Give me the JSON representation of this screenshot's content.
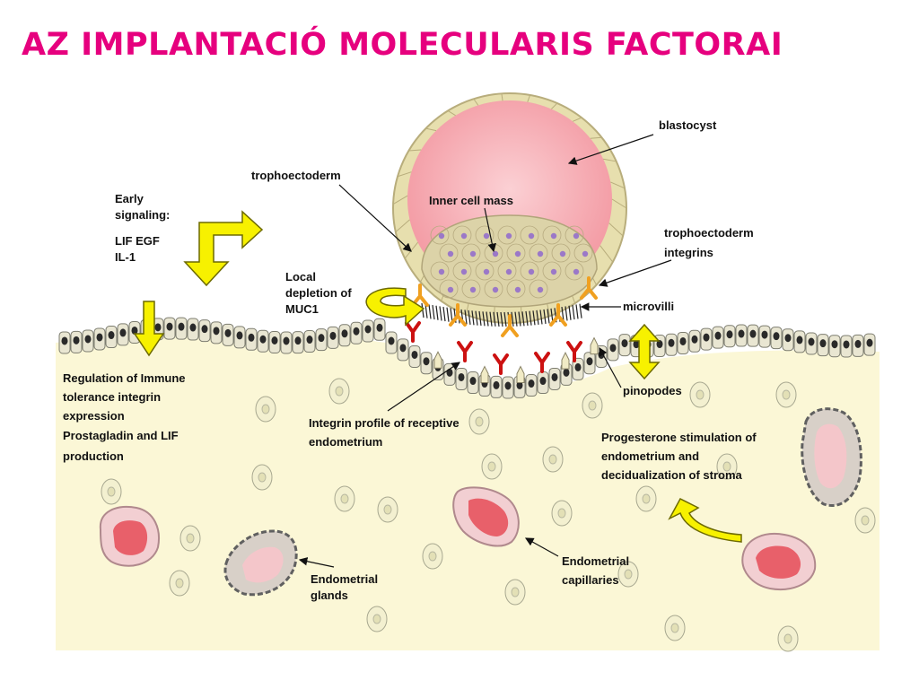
{
  "title": "AZ IMPLANTACIÓ MOLECULARIS FACTORAI",
  "colors": {
    "title": "#e6007e",
    "stroma": "#fbf7d6",
    "blastocyst": "#f6a8ae",
    "trophoblast": "#e7dfae",
    "arrow_yellow": "#f7f100",
    "receptor_red": "#cc1111",
    "integrin_orange": "#f0a020"
  },
  "labels": {
    "blastocyst": "blastocyst",
    "trophoectoderm": "trophoectoderm",
    "inner_cell_mass": "Inner cell mass",
    "early_signaling": [
      "Early",
      "signaling:"
    ],
    "lif_egf": "LIF  EGF",
    "il1": "IL-1",
    "troph_integrins": [
      "trophoectoderm",
      "integrins"
    ],
    "local_depletion": [
      "Local",
      "depletion of",
      "MUC1"
    ],
    "microvilli": "microvilli",
    "pinopodes": "pinopodes",
    "regulation": [
      "Regulation of Immune",
      "tolerance integrin",
      "expression",
      "Prostagladin and LIF",
      "production"
    ],
    "integrin_profile": [
      "Integrin profile of receptive",
      "endometrium"
    ],
    "progesterone": [
      "Progesterone stimulation of",
      "endometrium and",
      "decidualization of stroma"
    ],
    "endometrial_glands": [
      "Endometrial",
      "glands"
    ],
    "endometrial_capillaries": [
      "Endometrial",
      "capillaries"
    ]
  },
  "icons": {
    "blastocyst": "blastocyst-sphere",
    "epithelium": "epithelial-cell-layer",
    "signal_arrows": "yellow-block-arrow",
    "receptors": "y-shaped-receptor"
  }
}
